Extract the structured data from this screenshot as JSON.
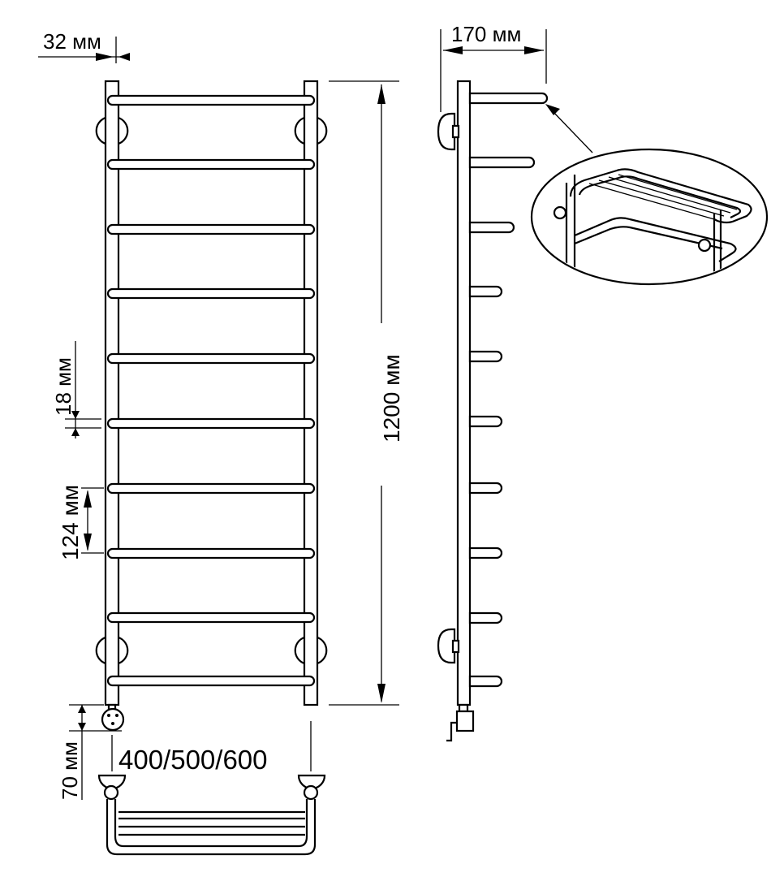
{
  "dimensions": {
    "tube_diameter": "32 мм",
    "depth": "170 мм",
    "height": "1200 мм",
    "rung_thickness": "18 мм",
    "rung_spacing": "124 мм",
    "bottom_offset": "70 мм",
    "widths": "400/500/600"
  },
  "rungs_count": 10,
  "colors": {
    "line": "#000000",
    "background": "#ffffff"
  }
}
